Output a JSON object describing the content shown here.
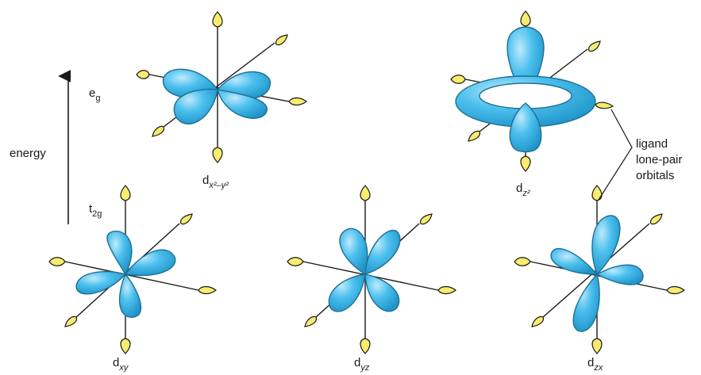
{
  "axis": {
    "label": "energy"
  },
  "levels": {
    "eg": {
      "base": "e",
      "sub": "g"
    },
    "t2g": {
      "base": "t",
      "sub": "2g"
    }
  },
  "orbitals": {
    "dx2y2": {
      "base": "d",
      "sub": "x²–y²"
    },
    "dz2": {
      "base": "d",
      "sub": "z²"
    },
    "dxy": {
      "base": "d",
      "sub": "xy"
    },
    "dyz": {
      "base": "d",
      "sub": "yz"
    },
    "dzx": {
      "base": "d",
      "sub": "zx"
    }
  },
  "callout": {
    "line1": "ligand",
    "line2": "lone-pair",
    "line3": "orbitals"
  },
  "colors": {
    "lobe": "#3fb6e8",
    "lobe_edge": "#1f6f93",
    "ligand": "#f7ec6e",
    "ligand_edge": "#1a1a1a",
    "axis_line": "#1a1a1a"
  }
}
